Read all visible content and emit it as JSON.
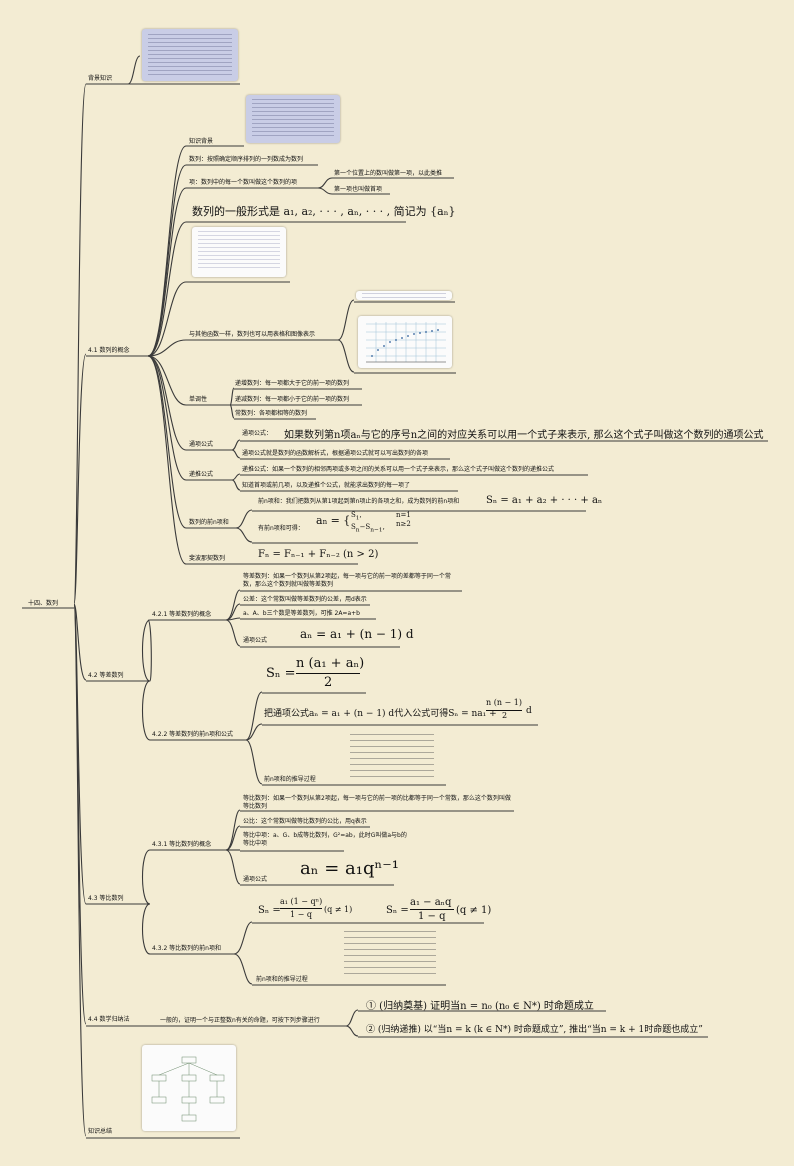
{
  "root": "十四、数列",
  "branches": {
    "bg": "背景知识",
    "s41": "4.1 数列的概念",
    "s42": "4.2 等差数列",
    "s43": "4.3 等比数列",
    "s44": "4.4 数学归纳法",
    "summary": "知识总结"
  },
  "s41": {
    "bg": "知识背景",
    "def": "数列：按照确定顺序排列的一列数成为数列",
    "term": "项：数列中的每一个数叫做这个数列的项",
    "term_a": "第一个位置上的数叫做第一项，以此类推",
    "term_b": "第一项也叫做首项",
    "general_form": "数列的一般形式是 a₁, a₂, · · · , aₙ, · · · , 简记为 {aₙ}",
    "table_graph": "与其他函数一样，数列也可以用表格和图像表示",
    "mono": "单调性",
    "mono_inc": "递增数列：每一项都大于它的前一项的数列",
    "mono_dec": "递减数列：每一项都小于它的前一项的数列",
    "mono_const": "常数列：各项都相等的数列",
    "gen_formula": "通项公式",
    "gen_label": "通项公式：",
    "gen_def": "如果数列第n项aₙ与它的序号n之间的对应关系可以用一个式子来表示, 那么这个式子叫做这个数列的通项公式",
    "gen_func": "通项公式就是数列的函数解析式，根据通项公式就可以写出数列的各项",
    "rec": "递推公式",
    "rec_def": "递推公式：如果一个数列的相邻两项或多项之间的关系可以用一个式子来表示，那么这个式子叫做这个数列的递推公式",
    "rec_know": "知道首项或前几项，以及递推个公式，就能求出数列的每一项了",
    "sum": "数列的前n项和",
    "sum_def": "前n项和：我们把数列从第1项起到第n项止的各项之和，成为数列的前n项和",
    "sum_formula": "Sₙ = a₁ + a₂ + · · · + aₙ",
    "sum_rel": "有前n项和可得：",
    "fib": "斐波那契数列",
    "fib_formula": "Fₙ = Fₙ₋₁ + Fₙ₋₂ (n > 2)"
  },
  "s42": {
    "c1": "4.2.1 等差数列的概念",
    "c1_def": "等差数列：如果一个数列从第2项起，每一项与它的前一项的差都等于同一个常数，那么这个数列就叫做等差数列",
    "c1_d": "公差：这个常数叫做等差数列的公差，用d表示",
    "c1_mid": "a、A、b三个数是等差数列，可推 2A=a+b",
    "c1_gen": "通项公式",
    "c1_formula": "aₙ = a₁ + (n − 1) d",
    "c2": "4.2.2 等差数列的前n项和公式",
    "c2_sum_lhs": "Sₙ =",
    "c2_sum_num": "n (a₁ + aₙ)",
    "c2_sum_den": "2",
    "c2_sub_pre": "把通项公式aₙ = a₁ + (n − 1) d代入公式可得Sₙ = na₁ +",
    "c2_sub_num": "n (n − 1)",
    "c2_sub_den": "2",
    "c2_sub_post": "d",
    "c2_proof": "前n项和的推导过程"
  },
  "s43": {
    "c1": "4.3.1 等比数列的概念",
    "c1_def": "等比数列：如果一个数列从第2项起，每一项与它的前一项的比都等于同一个常数，那么这个数列叫做等比数列",
    "c1_q": "公比：这个常数叫做等比数列的公比，用q表示",
    "c1_mid": "等比中项：a、G、b成等比数列，G²=ab，此时G叫做a与b的等比中项",
    "c1_gen": "通项公式",
    "c1_formula": "aₙ = a₁qⁿ⁻¹",
    "c2": "4.3.2 等比数列的前n项和",
    "c2_f1_num": "a₁ (1 − qⁿ)",
    "c2_f1_den": "1 − q",
    "c2_f2_num": "a₁ − aₙq",
    "c2_f2_den": "1 − q",
    "c2_cond": "(q ≠ 1)",
    "c2_lhs": "Sₙ =",
    "c2_proof": "前n项和的推导过程"
  },
  "s44": {
    "intro": "一般的，证明一个与正整数n有关的命题，可按下列步骤进行",
    "step1": "① (归纳奠基) 证明当n = n₀ (n₀ ∈ N*) 时命题成立",
    "step2": "② (归纳递推) 以“当n = k (k ∈ N*) 时命题成立”, 推出“当n = k + 1时命题也成立”"
  }
}
